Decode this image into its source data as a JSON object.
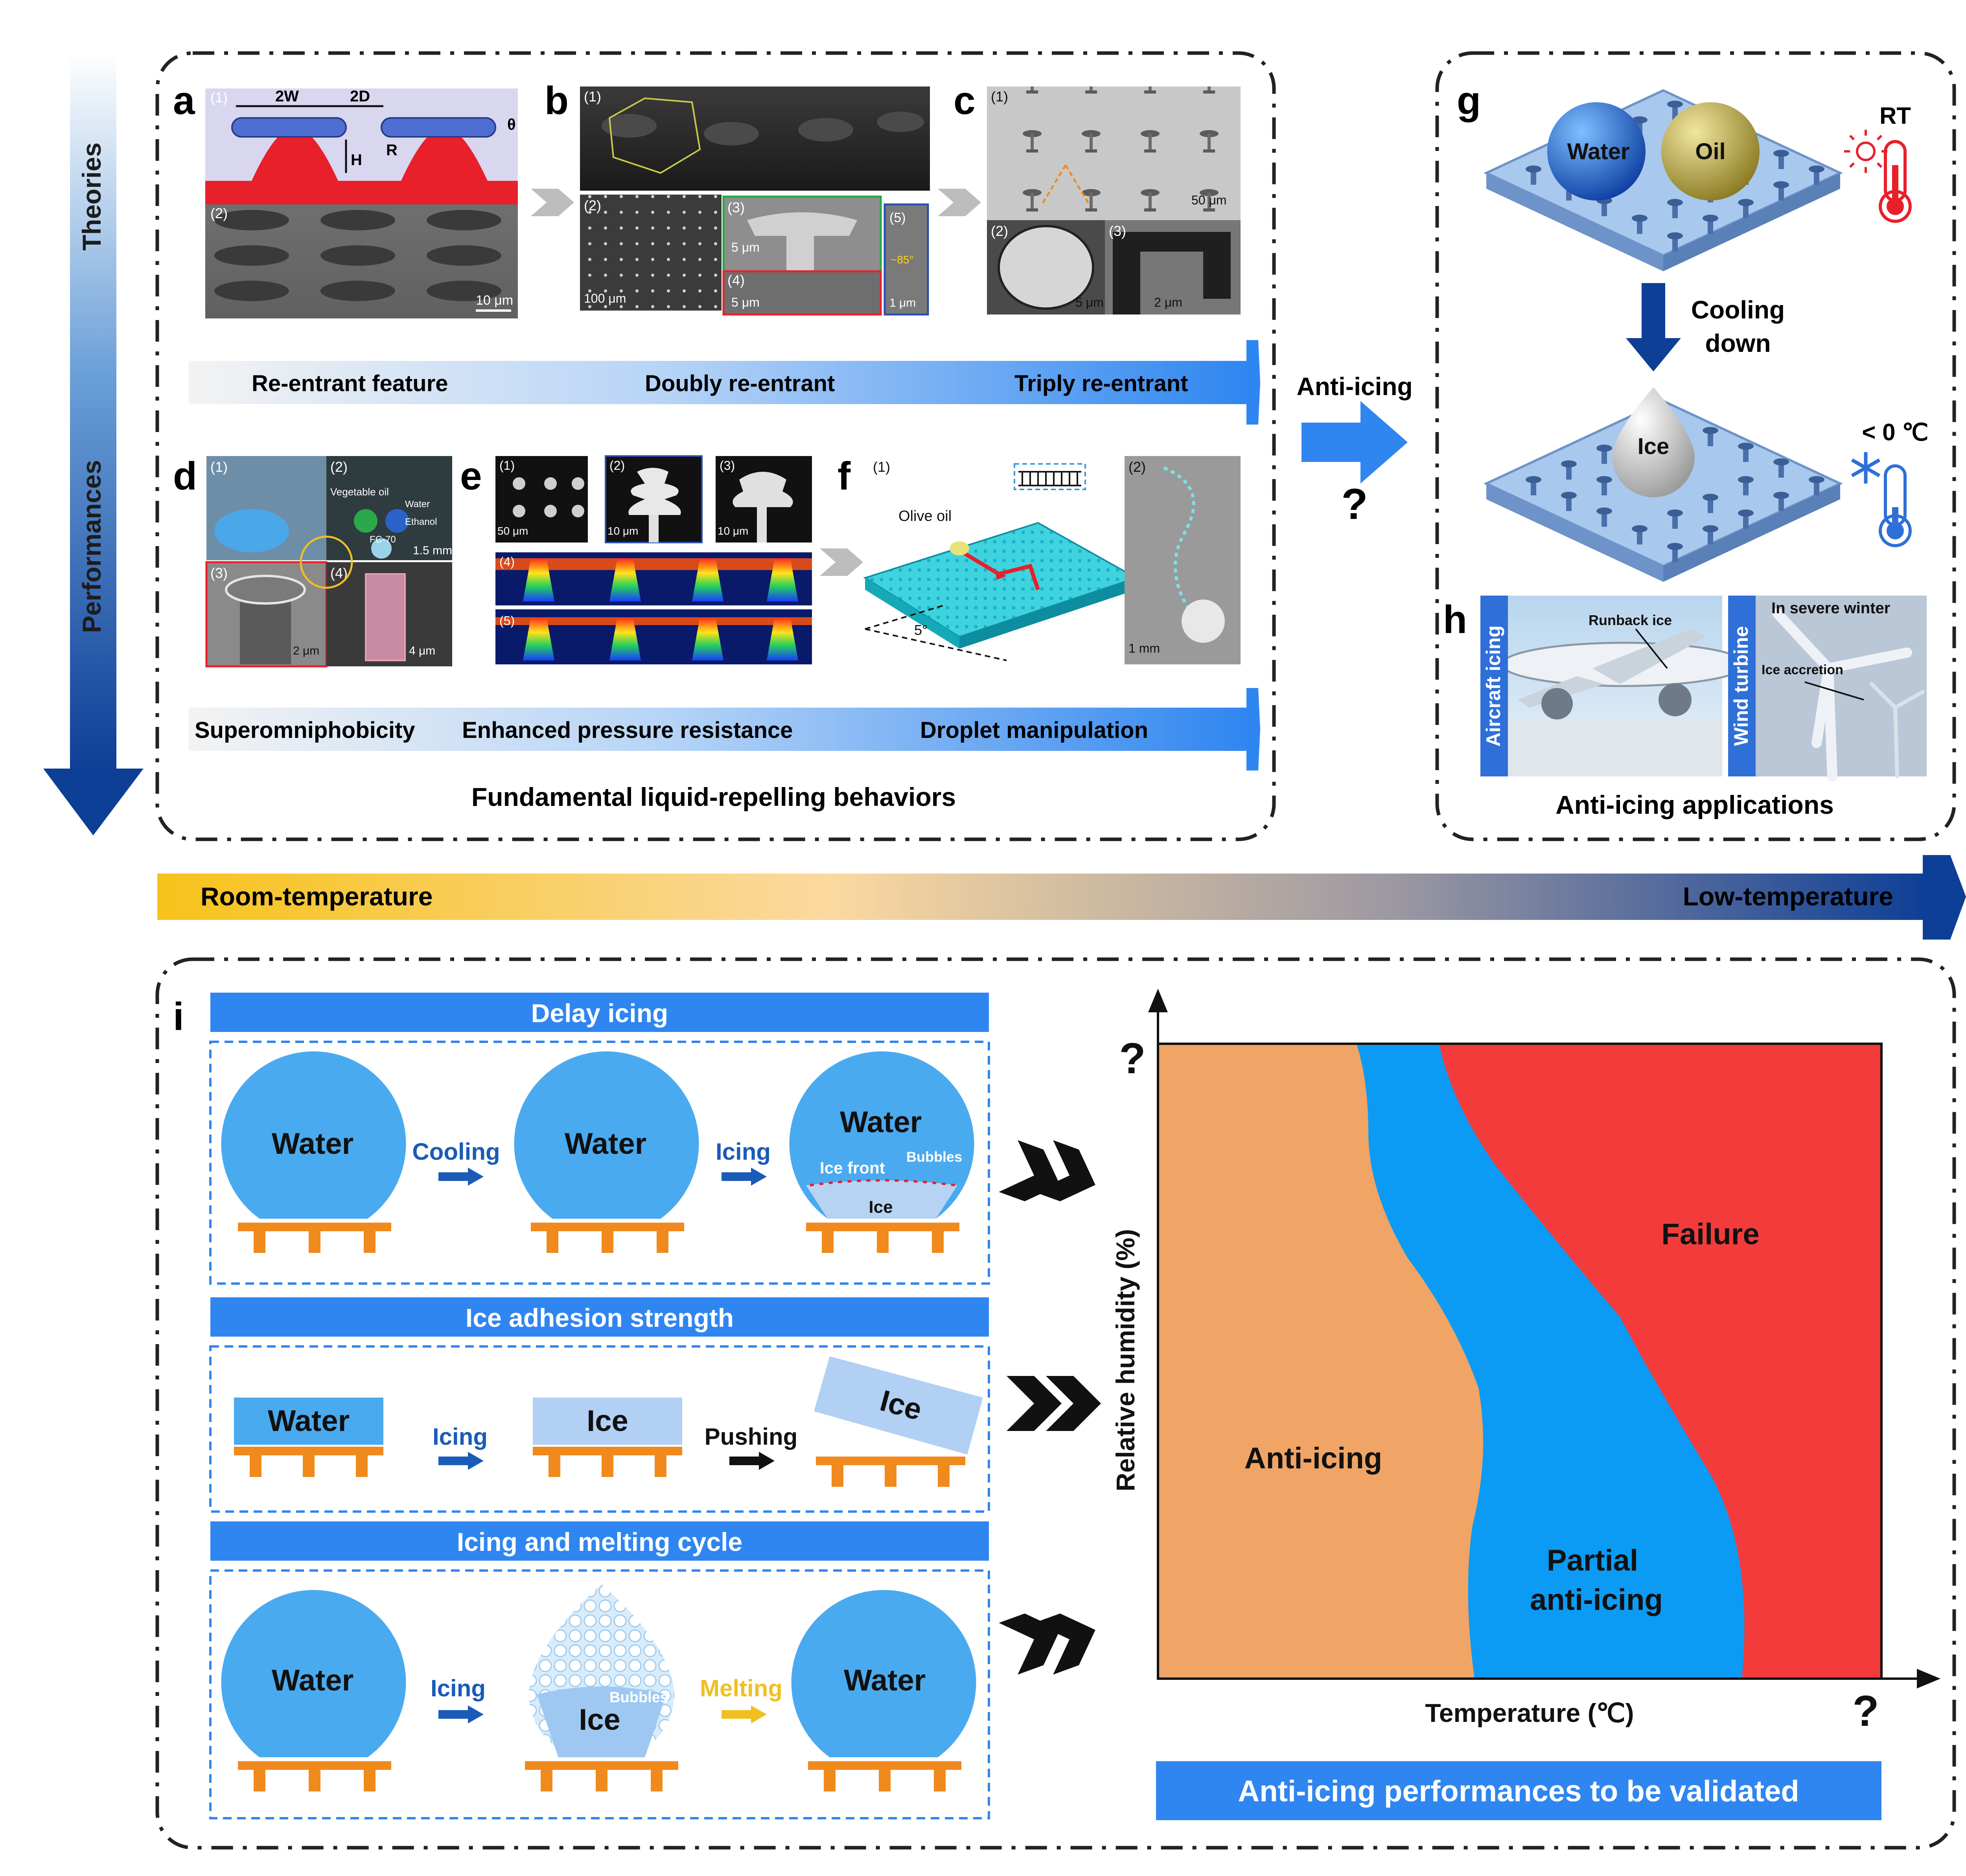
{
  "side": {
    "theories": "Theories",
    "performances": "Performances"
  },
  "letters": {
    "a": "a",
    "b": "b",
    "c": "c",
    "d": "d",
    "e": "e",
    "f": "f",
    "g": "g",
    "h": "h",
    "i": "i"
  },
  "panel_a": {
    "w": "2W",
    "d": "2D",
    "h": "H",
    "r": "R",
    "theta": "θ",
    "sub1": "(1)",
    "sub2": "(2)",
    "scale": "10 μm"
  },
  "panel_b": {
    "sub1": "(1)",
    "sub2": "(2)",
    "sub3": "(3)",
    "sub4": "(4)",
    "sub5": "(5)",
    "s100": "100 μm",
    "s5a": "5 μm",
    "s5b": "5 μm",
    "s1": "1 μm",
    "angle": "~85°"
  },
  "panel_c": {
    "sub1": "(1)",
    "sub2": "(2)",
    "sub3": "(3)",
    "s50": "50 μm",
    "s5": "5 μm",
    "s2": "2 μm"
  },
  "arrow1": {
    "l1": "Re-entrant feature",
    "l2": "Doubly re-entrant",
    "l3": "Triply re-entrant"
  },
  "panel_d": {
    "sub1": "(1)",
    "sub2": "(2)",
    "sub3": "(3)",
    "sub4": "(4)",
    "veg": "Vegetable oil",
    "fc": "FC-70",
    "water": "Water",
    "ethanol": "Ethanol",
    "s15": "1.5 mm",
    "s2": "2 μm",
    "s4": "4 μm"
  },
  "panel_e": {
    "sub1": "(1)",
    "sub2": "(2)",
    "sub3": "(3)",
    "sub4": "(4)",
    "sub5": "(5)",
    "s50": "50 μm",
    "s10a": "10 μm",
    "s10b": "10 μm"
  },
  "panel_f": {
    "sub1": "(1)",
    "sub2": "(2)",
    "olive": "Olive oil",
    "angle": "5°",
    "s1": "1 mm"
  },
  "arrow2": {
    "l1": "Superomniphobicity",
    "l2": "Enhanced pressure resistance",
    "l3": "Droplet manipulation"
  },
  "fundamental": "Fundamental liquid-repelling behaviors",
  "middle": {
    "anti_icing": "Anti-icing",
    "question": "?"
  },
  "panel_g": {
    "water": "Water",
    "oil": "Oil",
    "rt": "RT",
    "cooling1": "Cooling",
    "cooling2": "down",
    "ice": "Ice",
    "below0": "< 0 ℃"
  },
  "panel_h": {
    "aircraft": "Aircraft icing",
    "runback": "Runback ice",
    "wind": "Wind turbine",
    "winter": "In severe winter",
    "accretion": "Ice accretion"
  },
  "anti_icing_apps": "Anti-icing applications",
  "temp_bar": {
    "room": "Room-temperature",
    "low": "Low-temperature"
  },
  "panel_i": {
    "delay": "Delay icing",
    "adhesion": "Ice adhesion strength",
    "cycle": "Icing and melting cycle",
    "row1": {
      "water1": "Water",
      "cooling": "Cooling",
      "water2": "Water",
      "icing": "Icing",
      "water3": "Water",
      "ice_front": "Ice front",
      "bubbles": "Bubbles",
      "ice": "Ice"
    },
    "row2": {
      "water": "Water",
      "icing": "Icing",
      "ice1": "Ice",
      "pushing": "Pushing",
      "ice2": "Ice"
    },
    "row3": {
      "water1": "Water",
      "icing": "Icing",
      "bubbles": "Bubbles",
      "ice": "Ice",
      "melting": "Melting",
      "water2": "Water"
    }
  },
  "chart": {
    "ylabel": "Relative humidity (%)",
    "xlabel": "Temperature (℃)",
    "qy": "?",
    "qx": "?",
    "regions": {
      "anti": "Anti-icing",
      "partial1": "Partial",
      "partial2": "anti-icing",
      "failure": "Failure"
    },
    "colors": {
      "anti": "#F0A465",
      "partial": "#0B9BF4",
      "failure": "#F33B3B"
    },
    "validated": "Anti-icing performances to be validated"
  }
}
